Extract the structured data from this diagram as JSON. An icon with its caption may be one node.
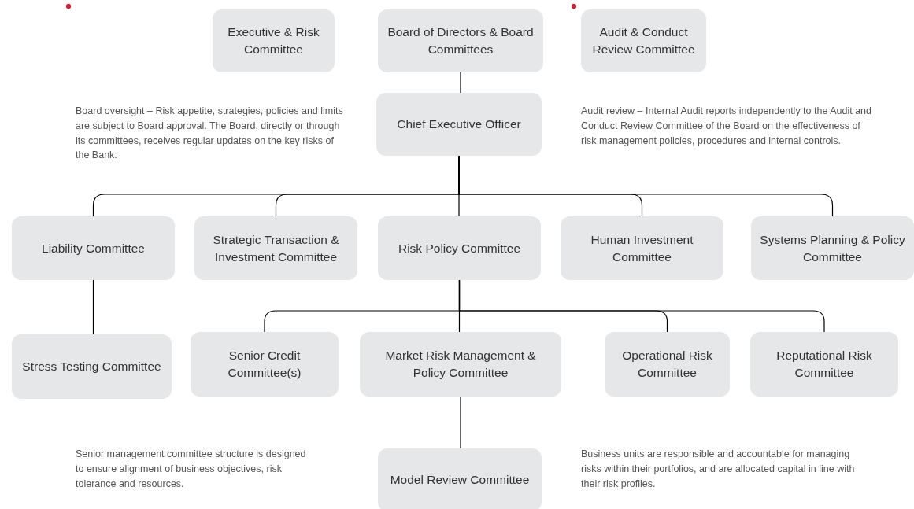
{
  "diagram": {
    "nodes": [
      {
        "text": [
          "Executive & Risk Committee"
        ]
      },
      {
        "text": [
          "Board of Directors & Board Committees"
        ]
      },
      {
        "text": [
          "Audit & Conduct Review Committee"
        ]
      },
      {
        "text": [
          "Chief Executive Officer"
        ]
      },
      {
        "text": [
          "Liability Committee"
        ]
      },
      {
        "text": [
          "Strategic Transaction & Investment Committee"
        ]
      },
      {
        "text": [
          "Risk Policy Committee"
        ]
      },
      {
        "text": [
          "Human Investment Committee"
        ]
      },
      {
        "text": [
          "Systems Planning & Policy Committee"
        ]
      },
      {
        "text": [
          "Stress Testing Committee"
        ]
      },
      {
        "text": [
          "Senior Credit Committee(s)"
        ]
      },
      {
        "text": [
          "Market Risk Management & Policy Committee"
        ]
      },
      {
        "text": [
          "Operational Risk Committee"
        ]
      },
      {
        "text": [
          "Reputational Risk Committee"
        ]
      },
      {
        "text": [
          "Model Review Committee"
        ]
      }
    ],
    "edges": [
      {
        "from": 1,
        "to": 3,
        "arrow": "none"
      },
      {
        "from": 3,
        "to": 4,
        "arrow": "none"
      },
      {
        "from": 3,
        "to": 5,
        "arrow": "none"
      },
      {
        "from": 3,
        "to": 6,
        "arrow": "none"
      },
      {
        "from": 3,
        "to": 7,
        "arrow": "none"
      },
      {
        "from": 3,
        "to": 8,
        "arrow": "none"
      },
      {
        "from": 4,
        "to": 9,
        "arrow": "none"
      },
      {
        "from": 6,
        "to": 10,
        "arrow": "none"
      },
      {
        "from": 6,
        "to": 11,
        "arrow": "none"
      },
      {
        "from": 6,
        "to": 12,
        "arrow": "none"
      },
      {
        "from": 6,
        "to": 13,
        "arrow": "none"
      },
      {
        "from": 11,
        "to": 14,
        "arrow": "none"
      }
    ],
    "labels": [
      "Board oversight – Risk appetite, strategies, policies and limits are subject to Board approval. The Board, directly or through its committees, receives regular updates on the key risks of the Bank.",
      "Audit review – Internal Audit reports independently to the Audit and Conduct Review Committee of the Board on the effectiveness of risk management policies, procedures and internal controls.",
      "Senior management committee structure is designed to ensure alignment of business objectives, risk tolerance and resources.",
      "Business units are responsible and accountable for managing risks within their portfolios, and are allocated capital in line with their risk profiles."
    ]
  }
}
